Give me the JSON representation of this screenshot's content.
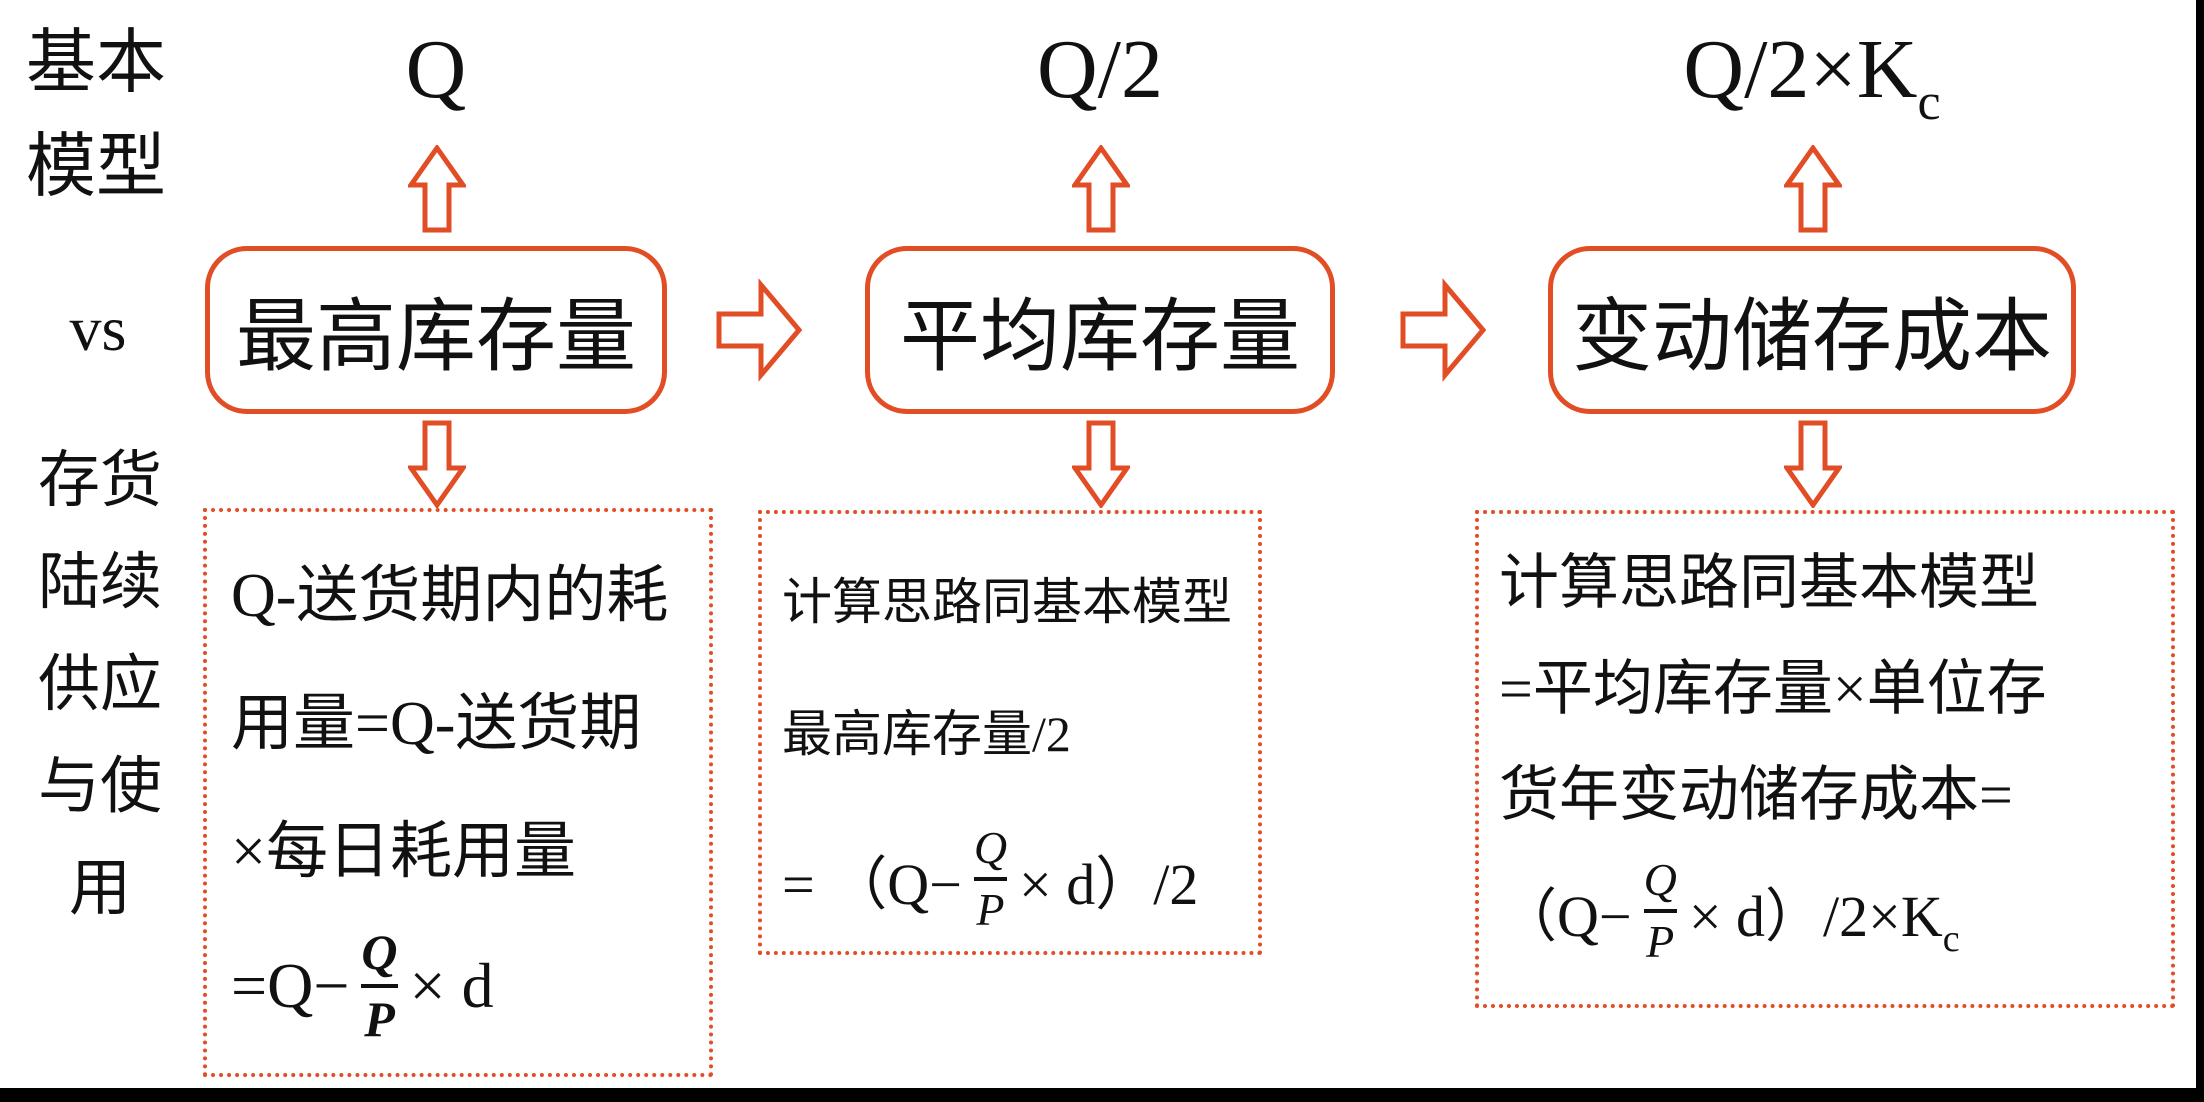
{
  "colors": {
    "accent": "#E14E26",
    "ink": "#111111",
    "frame_bar": "#000000"
  },
  "left_rail": {
    "top_lines": [
      "基本",
      "模型"
    ],
    "vs_label": "vs",
    "bottom_lines": [
      "存货",
      "陆续",
      "供应",
      "与使",
      "用"
    ]
  },
  "columns": [
    {
      "top_formula": {
        "main": "Q",
        "sub": ""
      },
      "box_label": "最高库存量",
      "note_lines": [
        "Q-送货期内的耗",
        "用量=Q-送货期",
        "×每日耗用量"
      ],
      "formula": {
        "pre": "=Q−",
        "num": "Q",
        "den": "P",
        "post": "× d",
        "sub": ""
      }
    },
    {
      "top_formula": {
        "main": "Q/2",
        "sub": ""
      },
      "box_label": "平均库存量",
      "note_lines": [
        "计算思路同基本模型",
        "最高库存量/2"
      ],
      "formula": {
        "pre": "= （Q−",
        "num": "Q",
        "den": "P",
        "post": "× d）/2",
        "sub": ""
      }
    },
    {
      "top_formula": {
        "main": "Q/2×K",
        "sub": "c"
      },
      "box_label": "变动储存成本",
      "note_lines": [
        "计算思路同基本模型",
        "=平均库存量×单位存",
        "货年变动储存成本="
      ],
      "formula": {
        "pre": "（Q−",
        "num": "Q",
        "den": "P",
        "post": "× d）/2×K",
        "sub": "c"
      }
    }
  ]
}
